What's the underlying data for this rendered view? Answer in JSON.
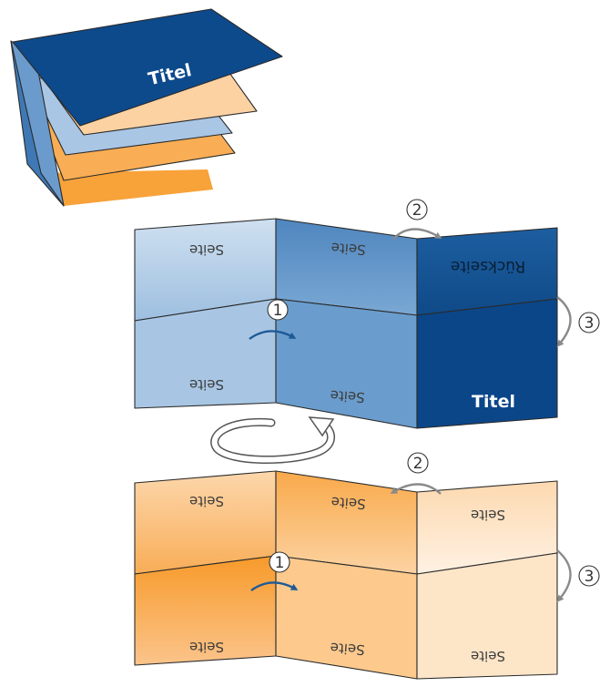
{
  "stack": {
    "title_label": "Titel"
  },
  "blue_sheet": {
    "page_labels": [
      "Seite",
      "Seite",
      "Seite",
      "Seite"
    ],
    "back_label": "Rückseite",
    "title_label": "Titel"
  },
  "orange_sheet": {
    "page_labels": [
      "Seite",
      "Seite",
      "Seite",
      "Seite",
      "Seite",
      "Seite"
    ]
  },
  "steps": [
    "1",
    "2",
    "3"
  ],
  "colors": {
    "blue_dark": "#0d4a8c",
    "blue_mid": "#5e93c6",
    "blue_light": "#a9c7e4",
    "orange_dark": "#f7a33c",
    "orange_mid": "#fbbf77",
    "orange_light": "#fde0bd",
    "arrow_blue": "#1f5a96",
    "arrow_gray": "#8a8a8a"
  }
}
